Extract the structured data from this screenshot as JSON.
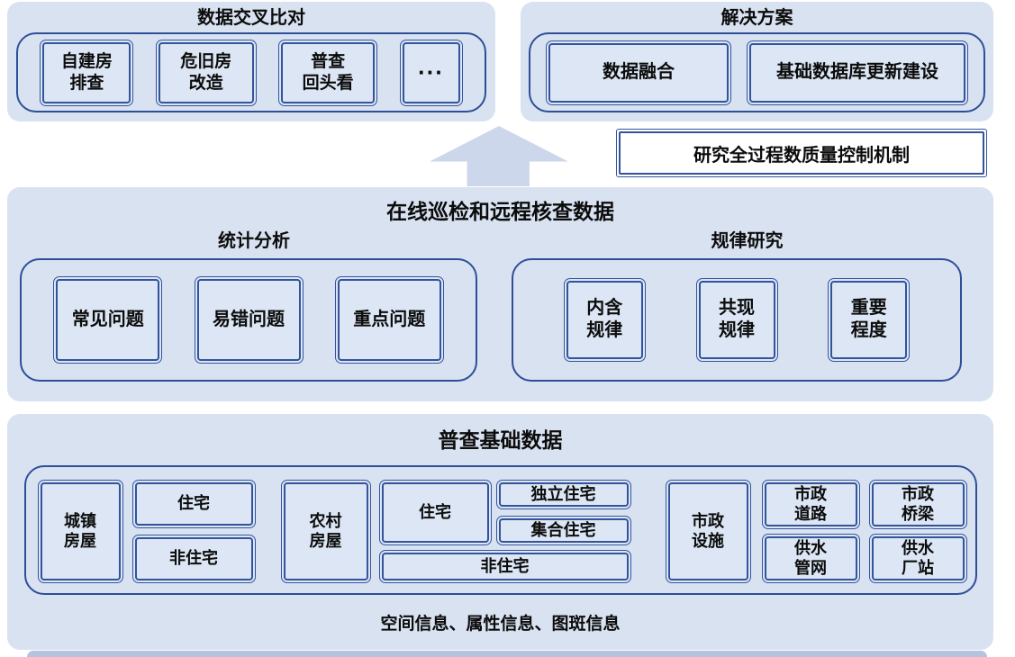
{
  "diagram": {
    "top_left": {
      "title": "数据交叉比对",
      "items": [
        "自建房\n排查",
        "危旧房\n改造",
        "普查\n回头看",
        "···"
      ]
    },
    "top_right": {
      "title": "解决方案",
      "items": [
        "数据融合",
        "基础数据库更新建设"
      ]
    },
    "quality_box": "研究全过程数质量控制机制",
    "middle": {
      "title": "在线巡检和远程核查数据",
      "groups": [
        {
          "label": "统计分析",
          "items": [
            "常见问题",
            "易错问题",
            "重点问题"
          ]
        },
        {
          "label": "规律研究",
          "items": [
            "内含\n规律",
            "共现\n规律",
            "重要\n程度"
          ]
        }
      ]
    },
    "bottom": {
      "title": "普查基础数据",
      "urban": {
        "parent": "城镇\n房屋",
        "children": [
          "住宅",
          "非住宅"
        ]
      },
      "rural": {
        "parent": "农村\n房屋",
        "residential": "住宅",
        "residential_types": [
          "独立住宅",
          "集合住宅"
        ],
        "non_residential": "非住宅"
      },
      "municipal": {
        "parent": "市政\n设施",
        "children": [
          "市政\n道路",
          "市政\n桥梁",
          "供水\n管网",
          "供水\n厂站"
        ]
      },
      "footer": "空间信息、属性信息、图斑信息"
    },
    "colors": {
      "panel_fill": "#d9e2f1",
      "box_fill": "#dce6f4",
      "border_blue": "#33549c",
      "arrow_fill": "#ccd7eb",
      "bottom_bar": "#b6c3de",
      "quality_box_fill": "#ffffff"
    }
  }
}
